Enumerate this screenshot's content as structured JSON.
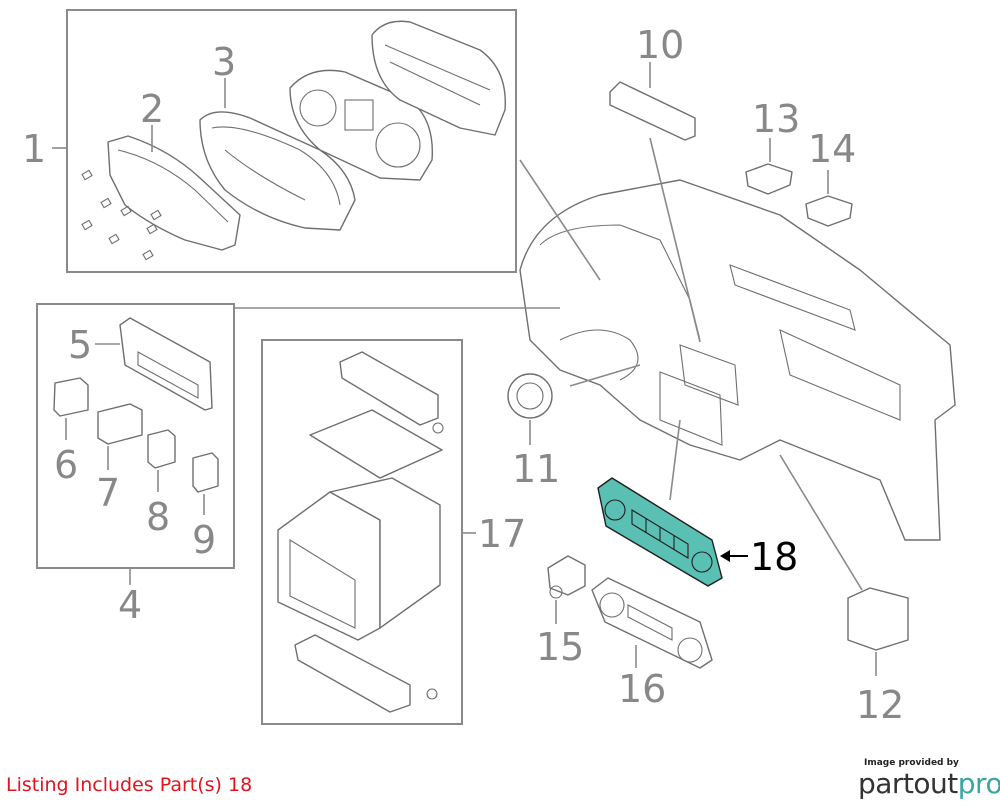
{
  "callouts": [
    {
      "id": "1",
      "label": "1"
    },
    {
      "id": "2",
      "label": "2"
    },
    {
      "id": "3",
      "label": "3"
    },
    {
      "id": "4",
      "label": "4"
    },
    {
      "id": "5",
      "label": "5"
    },
    {
      "id": "6",
      "label": "6"
    },
    {
      "id": "7",
      "label": "7"
    },
    {
      "id": "8",
      "label": "8"
    },
    {
      "id": "9",
      "label": "9"
    },
    {
      "id": "10",
      "label": "10"
    },
    {
      "id": "11",
      "label": "11"
    },
    {
      "id": "12",
      "label": "12"
    },
    {
      "id": "13",
      "label": "13"
    },
    {
      "id": "14",
      "label": "14"
    },
    {
      "id": "15",
      "label": "15"
    },
    {
      "id": "16",
      "label": "16"
    },
    {
      "id": "17",
      "label": "17"
    },
    {
      "id": "18",
      "label": "18"
    }
  ],
  "highlight": {
    "part": "18",
    "color": "#5bc0b4"
  },
  "listing_text": "Listing Includes Part(s) 18",
  "listing_color": "#e0141e",
  "provider": {
    "caption": "Image provided by",
    "logo_prefix": "partout",
    "logo_suffix": "pro",
    "accent_color": "#3aa6a0"
  }
}
